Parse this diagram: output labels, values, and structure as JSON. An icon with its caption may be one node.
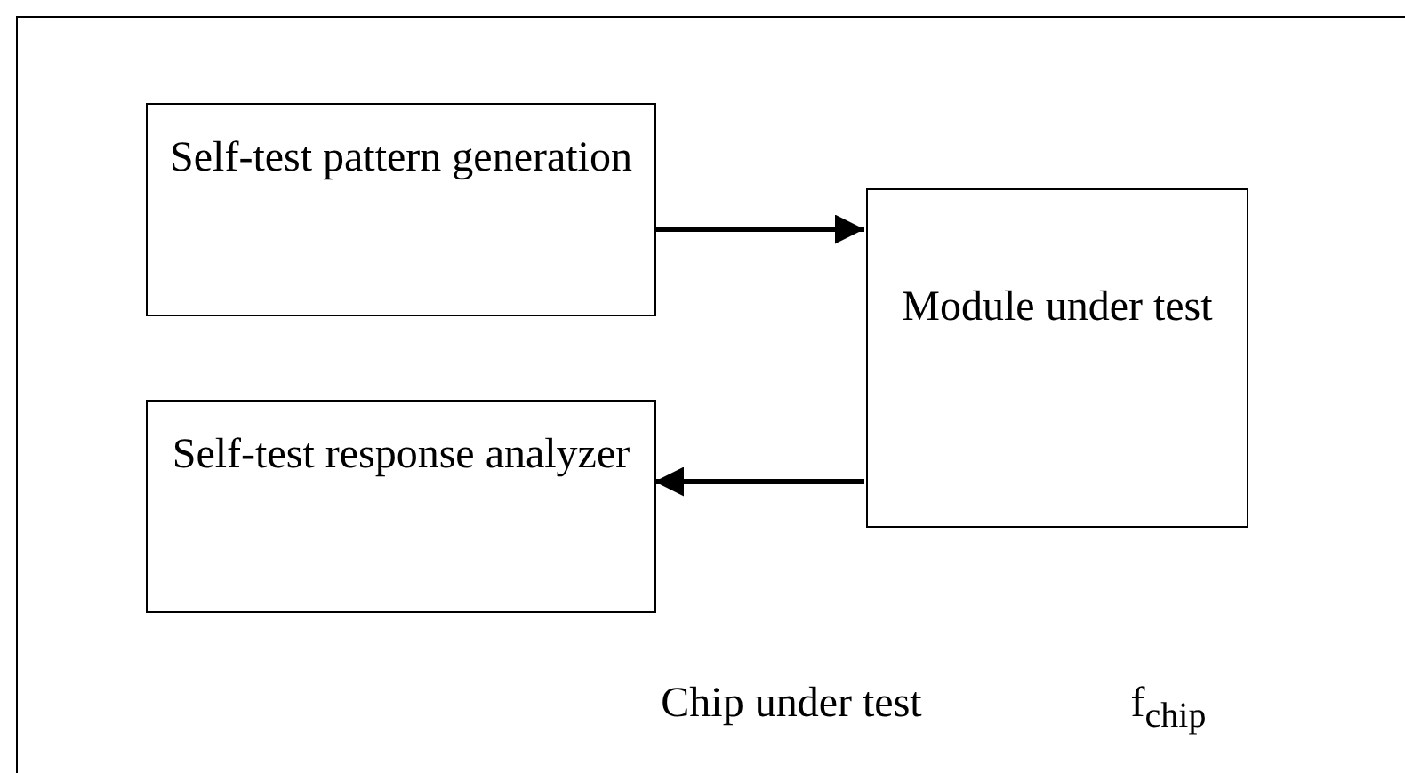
{
  "diagram": {
    "nodes": [
      {
        "text": [
          "Chip under test",
          "f$_{chip}$"
        ]
      },
      {
        "text": [
          "Self-test pattern generation"
        ],
        "in": 0
      },
      {
        "text": [
          "Module under test"
        ],
        "in": 0
      },
      {
        "text": [
          "Self-test response analyzer"
        ],
        "in": 0
      }
    ],
    "edges": [
      {
        "from": 1,
        "to": 2,
        "arrow": "to"
      },
      {
        "from": 2,
        "to": 3,
        "arrow": "to"
      }
    ]
  }
}
